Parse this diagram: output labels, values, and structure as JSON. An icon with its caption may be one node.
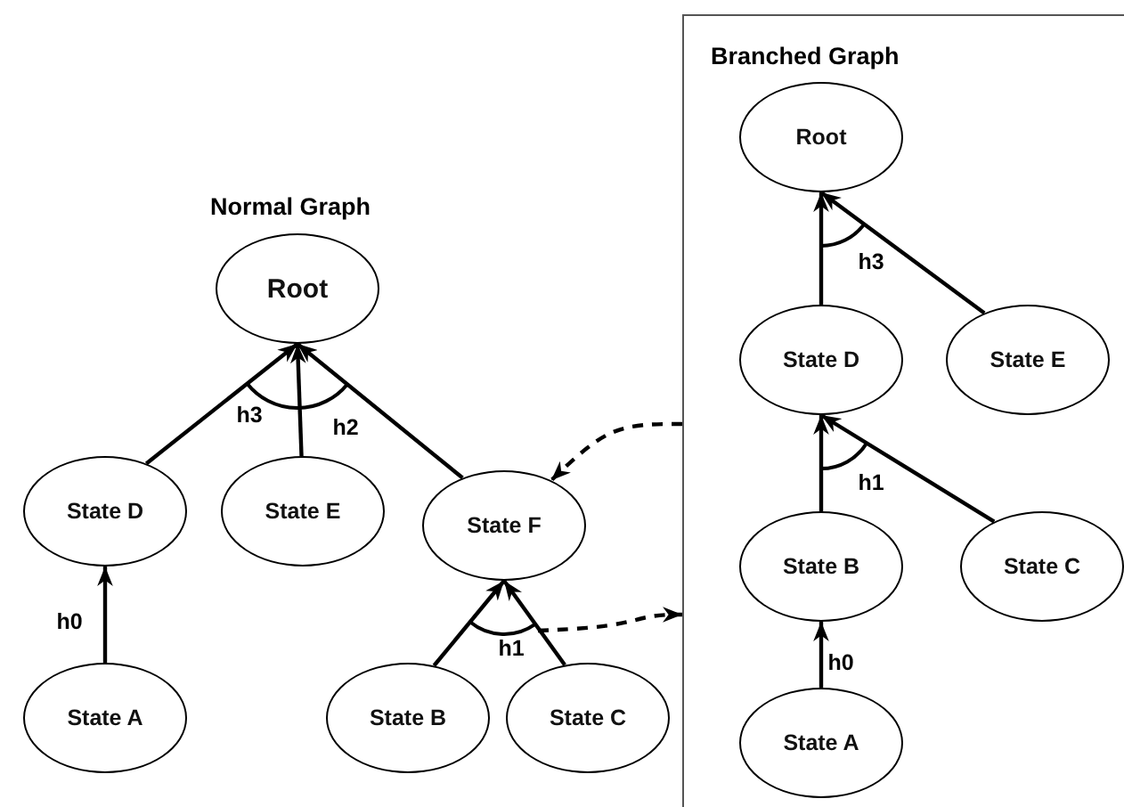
{
  "diagram": {
    "nodes": [
      {
        "text": [
          "Root"
        ]
      },
      {
        "text": [
          "State D"
        ]
      },
      {
        "text": [
          "State E"
        ]
      },
      {
        "text": [
          "State F"
        ]
      },
      {
        "text": [
          "State A"
        ]
      },
      {
        "text": [
          "State B"
        ]
      },
      {
        "text": [
          "State C"
        ]
      },
      {
        "text": [
          "Branched Graph"
        ]
      },
      {
        "text": [
          "Root"
        ],
        "in": 7
      },
      {
        "text": [
          "State D"
        ],
        "in": 7
      },
      {
        "text": [
          "State E"
        ],
        "in": 7
      },
      {
        "text": [
          "State B"
        ],
        "in": 7
      },
      {
        "text": [
          "State C"
        ],
        "in": 7
      },
      {
        "text": [
          "State A"
        ],
        "in": 7
      }
    ],
    "edges": [
      {
        "from": 1,
        "to": 0,
        "arrow": "to"
      },
      {
        "from": 2,
        "to": 0,
        "arrow": "to"
      },
      {
        "from": 3,
        "to": 0,
        "arrow": "to"
      },
      {
        "from": 4,
        "to": 1,
        "arrow": "to"
      },
      {
        "from": 5,
        "to": 3,
        "arrow": "to"
      },
      {
        "from": 6,
        "to": 3,
        "arrow": "to"
      },
      {
        "from": 7,
        "to": 3,
        "arrow": "to",
        "style": "dashed"
      },
      {
        "from": null,
        "to": 7,
        "arrow": "to",
        "style": "dashed"
      },
      {
        "from": 9,
        "to": 8,
        "arrow": "to"
      },
      {
        "from": 10,
        "to": 8,
        "arrow": "to"
      },
      {
        "from": 11,
        "to": 9,
        "arrow": "to"
      },
      {
        "from": 12,
        "to": 9,
        "arrow": "to"
      },
      {
        "from": 13,
        "to": 11,
        "arrow": "to"
      }
    ],
    "labels": [
      "Normal Graph",
      "h3",
      "h2",
      "h0",
      "h1",
      "h3",
      "h1",
      "h0"
    ]
  }
}
